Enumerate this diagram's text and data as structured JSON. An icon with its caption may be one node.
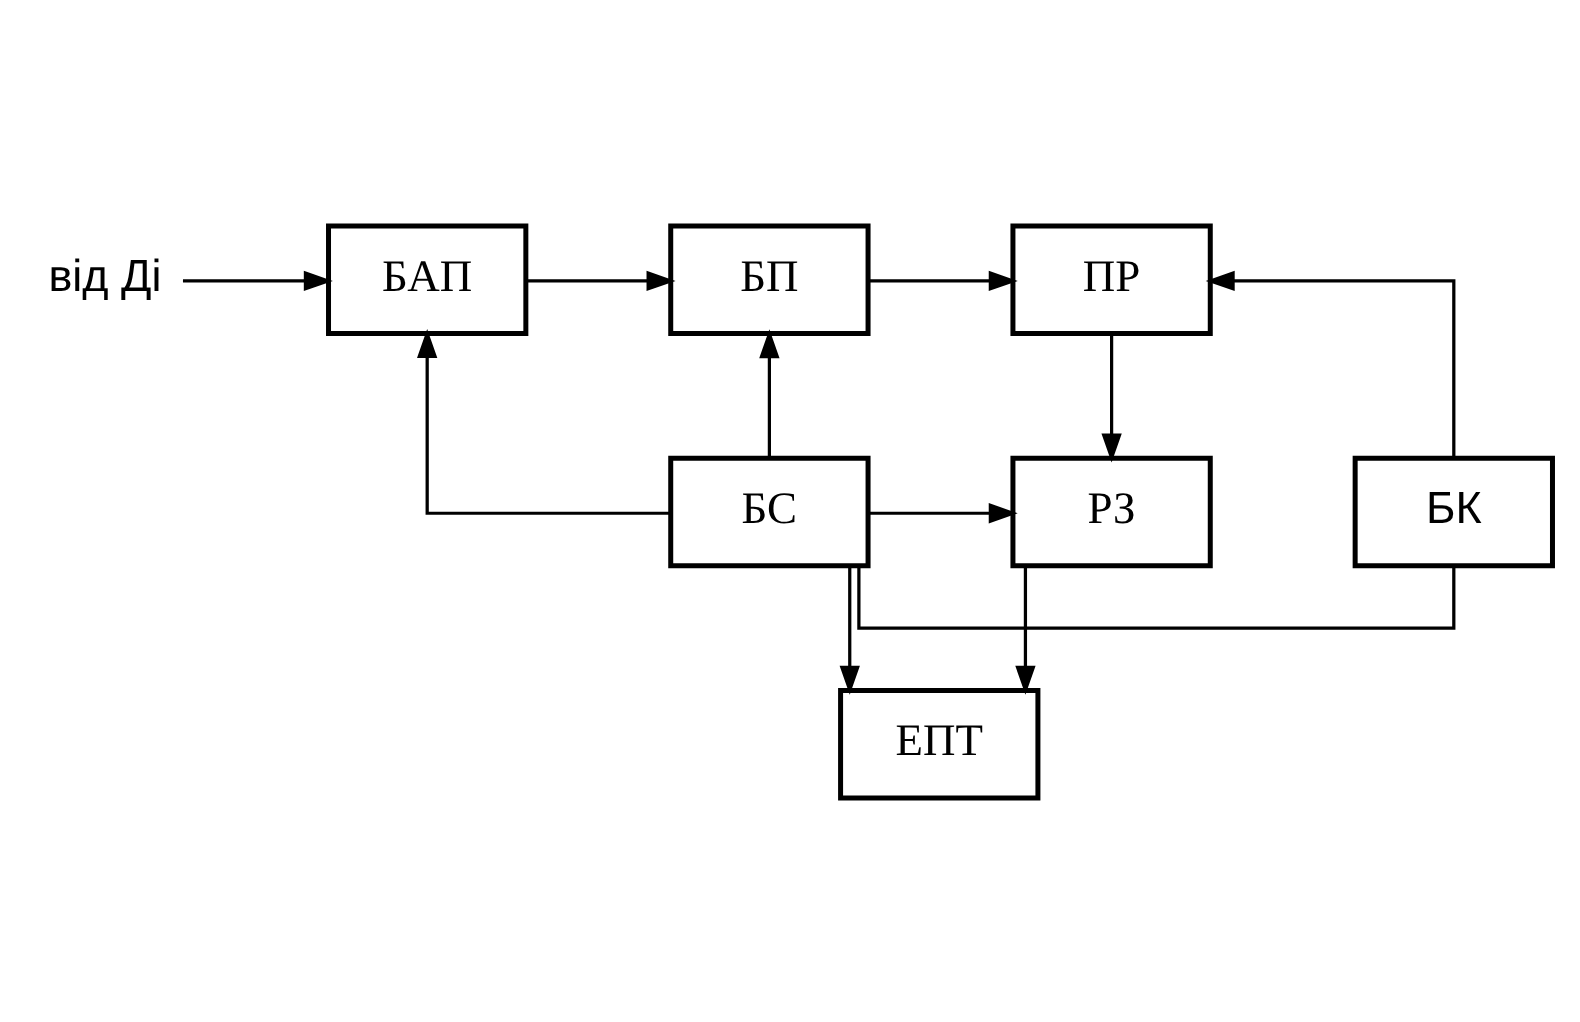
{
  "diagram": {
    "nodes": [
      {
        "text": [
          "від Ді"
        ]
      },
      {
        "text": [
          "БАП"
        ]
      },
      {
        "text": [
          "БП"
        ]
      },
      {
        "text": [
          "ПР"
        ]
      },
      {
        "text": [
          "БС"
        ]
      },
      {
        "text": [
          "БК"
        ]
      },
      {
        "text": [
          "РЗ"
        ]
      },
      {
        "text": [
          "ЕПТ"
        ]
      }
    ],
    "edges": [
      {
        "from": 0,
        "to": 1,
        "arrow": "to"
      },
      {
        "from": 1,
        "to": 2,
        "arrow": "to"
      },
      {
        "from": 2,
        "to": 3,
        "arrow": "to"
      },
      {
        "from": 4,
        "to": 1,
        "arrow": "to"
      },
      {
        "from": 4,
        "to": 2,
        "arrow": "to"
      },
      {
        "from": 4,
        "to": 5,
        "arrow": "none"
      },
      {
        "from": 5,
        "to": 3,
        "arrow": "to"
      },
      {
        "from": 3,
        "to": 6,
        "arrow": "to"
      },
      {
        "from": 4,
        "to": 6,
        "arrow": "to"
      },
      {
        "from": 4,
        "to": 7,
        "arrow": "to"
      },
      {
        "from": 6,
        "to": 7,
        "arrow": "to"
      }
    ]
  }
}
